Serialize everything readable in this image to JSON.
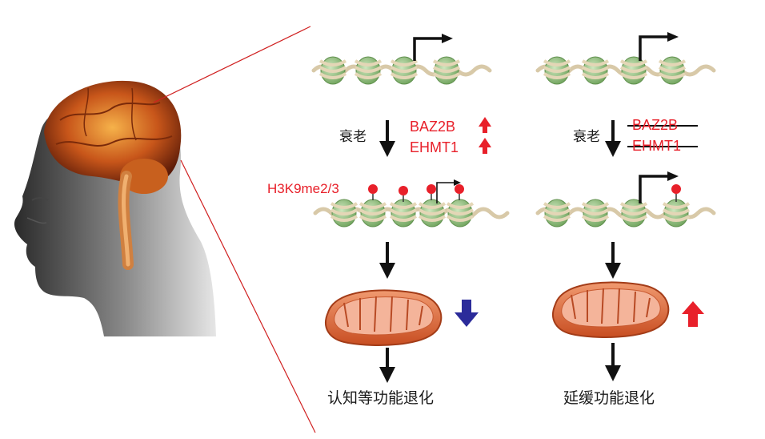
{
  "colors": {
    "red_label": "#e8202a",
    "down_arrow": "#2b2b9a",
    "up_arrow": "#e8202a",
    "nucleosome": "#8cc27a",
    "dna": "#d8c9a8",
    "mitochondrion": "#e0663c",
    "methyl_mark": "#e8202a"
  },
  "left_panel": {
    "aging_label": "衰老",
    "genes": [
      "BAZ2B",
      "EHMT1"
    ],
    "gene_change": "up",
    "histone_mark_label": "H3K9me2/3",
    "mito_change": "down",
    "outcome": "认知等功能退化"
  },
  "right_panel": {
    "aging_label": "衰老",
    "genes": [
      "BAZ2B",
      "EHMT1"
    ],
    "genes_struck_out": true,
    "mito_change": "up",
    "outcome": "延缓功能退化"
  },
  "icons": [
    "head-profile-icon",
    "brain-icon",
    "nucleosome-dna-icon",
    "mitochondrion-icon",
    "transcription-start-arrow-icon",
    "methylation-mark-icon"
  ]
}
